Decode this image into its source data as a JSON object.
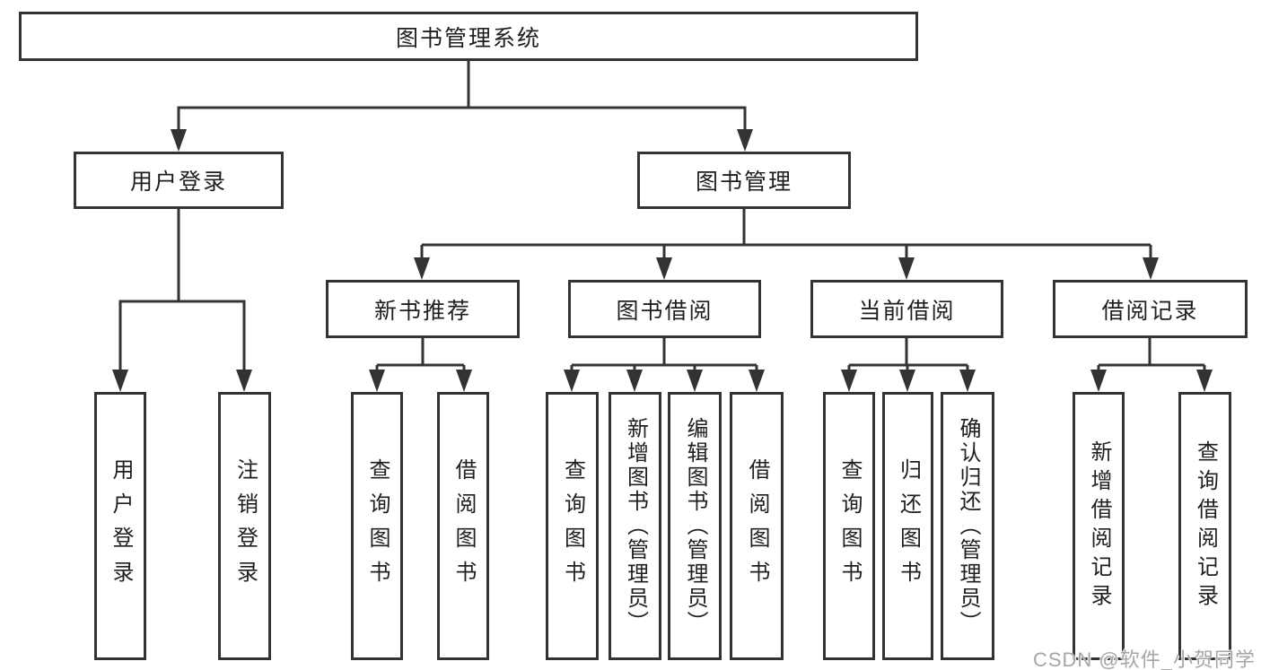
{
  "diagram": {
    "title": "图书管理系统",
    "branches": [
      {
        "label": "用户登录",
        "children": [
          {
            "label": "用户登录"
          },
          {
            "label": "注销登录"
          }
        ]
      },
      {
        "label": "图书管理",
        "children": [
          {
            "label": "新书推荐",
            "children": [
              {
                "label": "查询图书"
              },
              {
                "label": "借阅图书"
              }
            ]
          },
          {
            "label": "图书借阅",
            "children": [
              {
                "label": "查询图书"
              },
              {
                "label": "新增图书（管理员）"
              },
              {
                "label": "编辑图书（管理员）"
              },
              {
                "label": "借阅图书"
              }
            ]
          },
          {
            "label": "当前借阅",
            "children": [
              {
                "label": "查询图书"
              },
              {
                "label": "归还图书"
              },
              {
                "label": "确认归还（管理员）"
              }
            ]
          },
          {
            "label": "借阅记录",
            "children": [
              {
                "label": "新增借阅记录"
              },
              {
                "label": "查询借阅记录"
              }
            ]
          }
        ]
      }
    ]
  },
  "watermark": "CSDN @软件_小贺同学",
  "colors": {
    "line": "#333333",
    "text": "#1f1f1f",
    "background": "#ffffff",
    "watermark": "#a6a6a6"
  }
}
